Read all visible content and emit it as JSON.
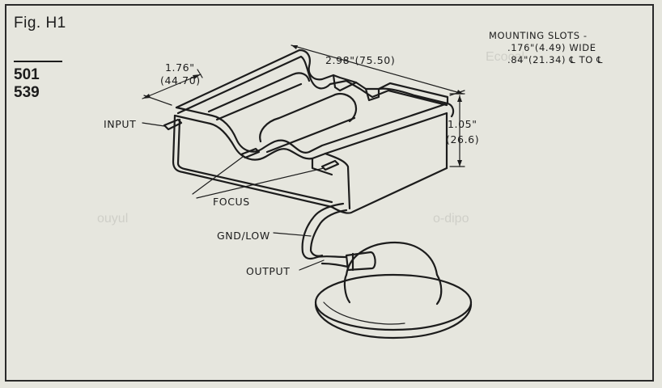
{
  "figure": {
    "title": "Fig. H1",
    "part_numbers": [
      "501",
      "539"
    ],
    "mounting_note": {
      "line1": "MOUNTING SLOTS -",
      "line2": ".176\"(4.49) WIDE",
      "line3": ".84\"(21.34) ℄ TO ℄"
    },
    "dimensions": {
      "depth_in": "1.76\"",
      "depth_mm": "(44.70)",
      "length": "2.98\"(75.50)",
      "height_in": "1.05\"",
      "height_mm": "(26.6)"
    },
    "labels": {
      "input": "INPUT",
      "focus": "FOCUS",
      "gnd_low": "GND/LOW",
      "output": "OUTPUT"
    }
  }
}
